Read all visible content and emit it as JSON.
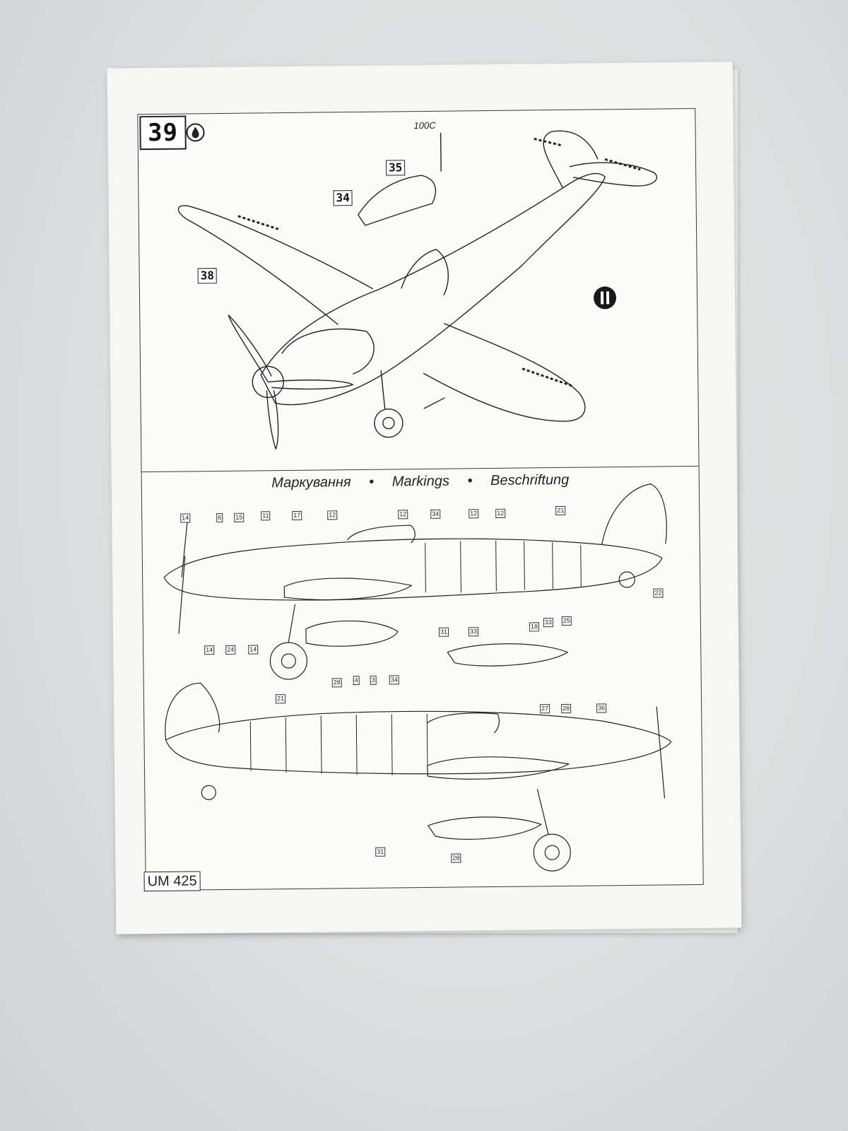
{
  "step": {
    "number": "39"
  },
  "parts": {
    "canopy_rear": "35",
    "canopy_front": "34",
    "wing_assembly": "38",
    "antenna_label": "100C"
  },
  "markings": {
    "ukrainian": "Маркування",
    "english": "Markings",
    "german": "Beschriftung",
    "separator": "•"
  },
  "refs_top_profile": [
    "14",
    "6",
    "15",
    "11",
    "17",
    "12",
    "12",
    "34",
    "12",
    "12",
    "21",
    "22",
    "31",
    "33",
    "18",
    "33",
    "25",
    "14",
    "24",
    "14",
    "28"
  ],
  "refs_bottom_profile": [
    "27",
    "28",
    "4",
    "3",
    "34",
    "21",
    "36",
    "31",
    "28"
  ],
  "footer": {
    "kit_code": "UM 425"
  },
  "colors": {
    "ink": "#222222",
    "paper": "#fbfbfa",
    "table": "#d9dcdc"
  },
  "icons": [
    "glue-drop-icon",
    "stop-sign-icon"
  ]
}
